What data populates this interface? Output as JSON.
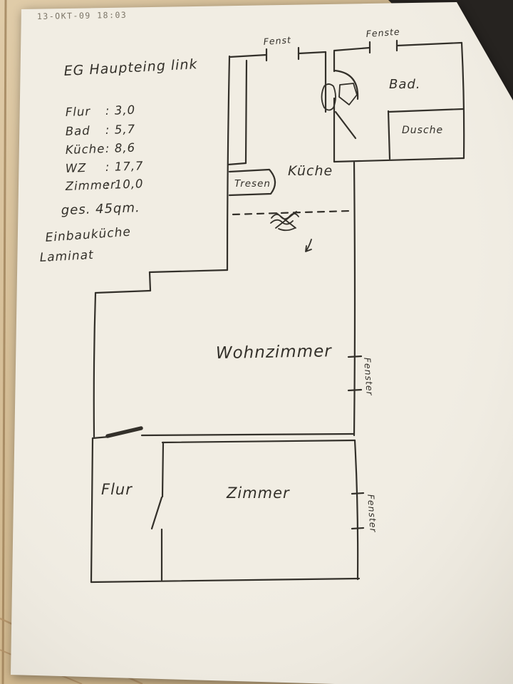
{
  "photo": {
    "timestamp": "13-OKT-09 18:03"
  },
  "notes": {
    "title": "EG Haupteing link",
    "rooms": [
      {
        "label": "Flur",
        "colon": ":",
        "value": "3,0"
      },
      {
        "label": "Bad",
        "colon": ":",
        "value": "5,7"
      },
      {
        "label": "Küche",
        "colon": ":",
        "value": "8,6"
      },
      {
        "label": "WZ",
        "colon": ":",
        "value": "17,7"
      },
      {
        "label": "Zimmer",
        "colon": ":",
        "value": "10,0"
      }
    ],
    "total": "ges. 45qm.",
    "features": [
      "Einbauküche",
      "Laminat"
    ]
  },
  "plan": {
    "labels": {
      "kueche": "Küche",
      "tresen": "Tresen",
      "bad": "Bad.",
      "dusche": "Dusche",
      "wohnzimmer": "Wohnzimmer",
      "flur": "Flur",
      "zimmer": "Zimmer",
      "window_top_1": "Fenst",
      "window_top_2": "Fenste",
      "window_right_1": "Fenster",
      "window_right_2": "Fenster"
    }
  },
  "colors": {
    "ink": "#33302a",
    "paper": "#f1ede3",
    "wood": "#d3bb92",
    "dark_corner": "#262320",
    "stamp": "#7c7567"
  }
}
